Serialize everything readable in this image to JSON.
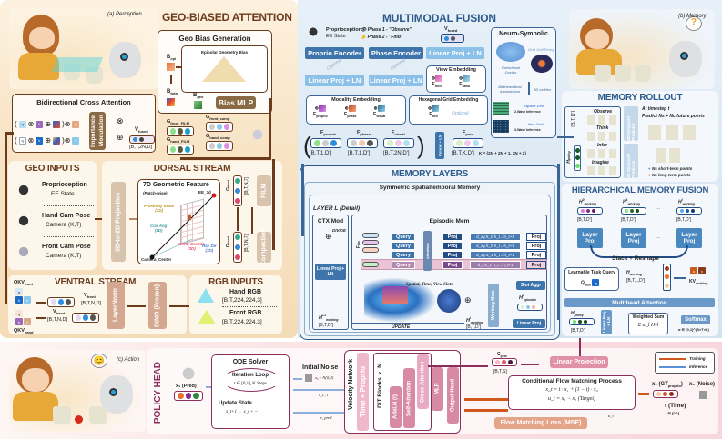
{
  "perception": {
    "section_label": "(a) Perception",
    "geo_biased_attention": {
      "title": "GEO-BIASED ATTENTION",
      "geo_bias_generation": "Geo Bias Generation",
      "epipolar_label": "Epipolar Geometry Bias",
      "b_epi": "B",
      "b_epi_sub": "epi",
      "b_total": "B",
      "b_total_sub": "total",
      "b_geo": "B",
      "b_geo_sub": "geo",
      "bias_mlp": "Bias MLP",
      "bidirectional": "Bidirectional Cross Attention",
      "importance_modulation": "Importance Modulation",
      "v_fused": "V",
      "v_fused_sub": "fused",
      "v_fused_dim": "[B,T,2N,D]",
      "g_front_film": "G",
      "g_front_film_sub": "front_FILM",
      "g_hand_film": "G",
      "g_hand_film_sub": "hand_FILM",
      "g_front_comp": "G",
      "g_front_comp_sub": "front_comp",
      "g_hand_comp": "G",
      "g_hand_comp_sub": "hand_comp",
      "qkv_row1": [
        "q",
        "k",
        "v"
      ],
      "qkv_row2": [
        "q",
        "k",
        "v"
      ]
    },
    "geo_inputs": {
      "title": "GEO INPUTS",
      "items": [
        {
          "title": "Proprioception",
          "sub": "EE State"
        },
        {
          "title": "Hand Cam Pose",
          "sub": "Camera (K,T)"
        },
        {
          "title": "Front Cam Pose",
          "sub": "Camera (K,T)"
        }
      ]
    },
    "dorsal_stream": {
      "title": "DORSAL STREAM",
      "projection": "3D-to-2D Projection",
      "feature_title": "7D Geometric Feature",
      "feature_sub": "(Patch-wise)",
      "ee_3d": "EE_3d",
      "proximity": "Proximity to EE",
      "proximity_dim": "(1D)",
      "cos_ang": "Cos Ang",
      "cos_ang_dim": "(1D)",
      "norm_coords": "Norm Coords",
      "norm_coords_dim": "(2D)",
      "ray_dir": "Ray Dir",
      "ray_dir_dim": "(3D)",
      "camera_center": "Camera_Center",
      "g_front": "G",
      "g_front_sub": "front",
      "g_front_dim": "[B,T,N,7]",
      "g_hand": "G",
      "g_hand_sub": "hand",
      "g_hand_dim": "[B,T,N,7]",
      "film": "FILM",
      "compaction": "Compaction"
    },
    "ventral_stream": {
      "title": "VENTRAL STREAM",
      "qkv_front": "QKV",
      "qkv_front_sub": "front",
      "qkv_hand": "QKV",
      "qkv_hand_sub": "hand",
      "v_front": "V",
      "v_front_sub": "front",
      "v_front_dim": "[B,T,N,D]",
      "v_hand": "V",
      "v_hand_sub": "hand",
      "v_hand_dim": "[B,T,N,D]",
      "layernorm": "LayerNorm",
      "dino": "DINO (Frozen)"
    },
    "rgb_inputs": {
      "title": "RGB INPUTS",
      "items": [
        {
          "title": "Hand RGB",
          "dim": "[B,T,224,224,3]"
        },
        {
          "title": "Front RGB",
          "dim": "[B,T,224,224,3]"
        }
      ]
    }
  },
  "memory": {
    "section_label": "(b) Memory",
    "multimodal_fusion": {
      "title": "MULTIMODAL FUSION",
      "proprio_label": "Proprioception",
      "proprio_sub": "EE State",
      "phase1": "Phase 1 - \"Observe\"",
      "phase2": "Phase 2 - \"Find\"",
      "v_fused": "V",
      "v_fused_sub": "fused",
      "proprio_encoder": "Proprio Encoder",
      "phase_encoder": "Phase Encoder",
      "linear_proj_ln": "Linear Proj + LN",
      "optional": "Optional",
      "view_embedding": "View Embedding",
      "e_front": "E",
      "e_front_sub": "front",
      "e_hand": "E",
      "e_hand_sub": "hand",
      "modality_embedding": "Modality Embedding",
      "e_proprio": "E",
      "e_proprio_sub": "proprio",
      "e_phase": "E",
      "e_phase_sub": "phase",
      "e_visual": "E",
      "e_visual_sub": "visual",
      "hex_grid_embedding": "Hexagonal Grid Embedding",
      "e_hex": "E",
      "e_hex_sub": "hex",
      "f_proprio": "F",
      "f_proprio_sub": "proprio",
      "f_proprio_dim": "[B,T,1,D']",
      "f_phase": "F",
      "f_phase_sub": "phase",
      "f_phase_dim": "[B,T,1,D']",
      "f_visual": "F",
      "f_visual_sub": "visual",
      "f_visual_dim": "[B,T,2N,D']",
      "concat_ln": "Concat + LN",
      "f_perc": "F",
      "f_perc_sub": "perc",
      "f_perc_dim": "[B,T,K,D']",
      "k_formula": "K = {2N + 2N + 1, 2N + 2}"
    },
    "neuro_symbolic": {
      "title": "Neuro-Symbolic",
      "grid_cell": "Grid Cell Firing",
      "entorhinal": "Entorhinal Cortex",
      "math_abstraction": "Mathematical Abstraction",
      "2d_vs_hex": "2D vs Hex",
      "square_grid": "Square Grid",
      "square_sub": "2-Wave Inference",
      "hex_grid": "Hex Grid",
      "hex_sub": "3-Wave Inference"
    },
    "memory_layers": {
      "title": "MEMORY LAYERS",
      "symmetric": "Symmetric Spatialtemporal Memory",
      "layer_l": "LAYER L (Detail)",
      "ctx_mod": "CTX Mod",
      "divide": "DIVIDE",
      "episodic": "Episodic Mem",
      "f_ctx": "F",
      "f_ctx_sub": "ctx",
      "query": "Query",
      "attention": "Attention",
      "proj": "Proj",
      "hop_rows": [
        "d_xy,S_0  h_t→h_t+1",
        "d_xy,S_0  h_t→h_t+1",
        "d_xy,S_1  h_t→h_t+1",
        "d_t,S_1  h_t→h_t+1"
      ],
      "linear_proj_ln": "Linear Proj + LN",
      "slots_label": "Spatial, Time, View Slots",
      "slot_aggr": "Slot Aggr",
      "h_episodic": "H",
      "h_episodic_sub": "episodic",
      "h_episodic_sup": "l",
      "working_mem": "Working Mem",
      "h_working_prev": "H",
      "h_working_prev_sub": "working",
      "h_working_prev_sup": "l-1",
      "h_working_prev_dim": "[B,T,D']",
      "h_working": "H",
      "h_working_sub": "working",
      "h_working_sup": "l",
      "h_working_dim": "[B,T,D']",
      "update": "UPDATE",
      "linear_proj": "Linear Proj"
    },
    "memory_rollout": {
      "title": "MEMORY ROLLOUT",
      "dim": "[B,T,D']",
      "h_policy": "H",
      "h_policy_sub": "policy",
      "steps": [
        "Observe",
        "Think",
        "Infer",
        "Imagine"
      ],
      "predictor_2d": "2D Waypoint Predictor",
      "predictor_3d": "3D Waypoint Predictor",
      "at_timestep": "At timestep t",
      "predict_text": "Predict Ns + Nc future points",
      "ns_label": "Ns short-term points",
      "nc_label": "Nc long-term points"
    },
    "hierarchical_fusion": {
      "title": "HIERARCHICAL MEMORY FUSION",
      "working": [
        {
          "label": "H",
          "sub": "working",
          "sup": "0",
          "dim": "[B,T,D']"
        },
        {
          "label": "H",
          "sub": "working",
          "sup": "1",
          "dim": "[B,T,D']"
        },
        {
          "label": "H",
          "sub": "working",
          "sup": "l",
          "dim": "[B,T,D']"
        }
      ],
      "ellipsis": "...",
      "layer_proj": "Layer Proj",
      "stack_reshape": "Stack + Reshape",
      "learnable_query": "Learnable Task Query",
      "q_task": "Q",
      "q_task_sub": "task",
      "h_working": "H",
      "h_working_sub": "working",
      "h_working_dim": "[B,T,L,D']",
      "kv_working": "KV",
      "kv_working_sub": "working",
      "multihead": "Multihead Attention",
      "h_policy": "H",
      "h_policy_sub": "policy",
      "h_policy_dim": "[B,T,D']",
      "linear_proj_ln": "Linear Proj + LN",
      "weighted_sum": "Weighted Sum",
      "weighted_formula": "Σ α_l H^l",
      "softmax": "Softmax",
      "softmax_formula": "α ∈ [0,1]^(B×T×L)"
    }
  },
  "action": {
    "section_label": "(c) Action",
    "policy_head": "POLICY HEAD",
    "x1_pred": "x̂₁ (Pred)",
    "ode_solver": "ODE Solver",
    "iteration_loop": "Iteration Loop",
    "iteration_formula": "t ∈ [0,1], K Steps",
    "update_state": "Update State",
    "update_formula": "x_t+1 ← x_t + ···",
    "initial_noise": "Initial Noise",
    "noise_formula": "x₀ ~ N(0, I)",
    "xt_t": "x_t , t",
    "v_pred": "v_pred",
    "velocity_network": "Velocity Network",
    "time_proprio": "Time + Proprio",
    "dit_blocks": "DiT Blocks × N",
    "adaln": "AdaLN (t)",
    "self_attention": "Self-Attention",
    "cross_attention": "Cross-Attention",
    "mlp": "MLP",
    "output_head": "Output Head",
    "c_perc": "C",
    "c_perc_sub": "perc",
    "c_perc_dim": "[B,T,S]",
    "linear_projection": "Linear Projection",
    "cfm_title": "Conditional Flow Matching Process",
    "cfm_eq1": "x_t = t · x₁ + (1 − t) · x₀",
    "cfm_eq2": "u_t = x₁ − x₀ (Target)",
    "flow_loss": "Flow Matching Loss (MSE)",
    "u_t": "u_t",
    "x1_gt": "x₁ (GT",
    "x1_gt_sub": "proprio",
    "x1_gt_close": ")",
    "x0_noise": "x₀ (Noise)",
    "t_time": "t (Time)",
    "t_range": "t ∈ [0,1]",
    "legend": [
      {
        "label": "Training",
        "color": "#d0581c"
      },
      {
        "label": "Inference",
        "color": "#5b8fd6"
      }
    ]
  },
  "colors": {
    "brown": "#6b3b1c",
    "blue": "#3a6595",
    "plum": "#8c2d5c",
    "training": "#d0581c",
    "inference": "#5b8fd6"
  }
}
